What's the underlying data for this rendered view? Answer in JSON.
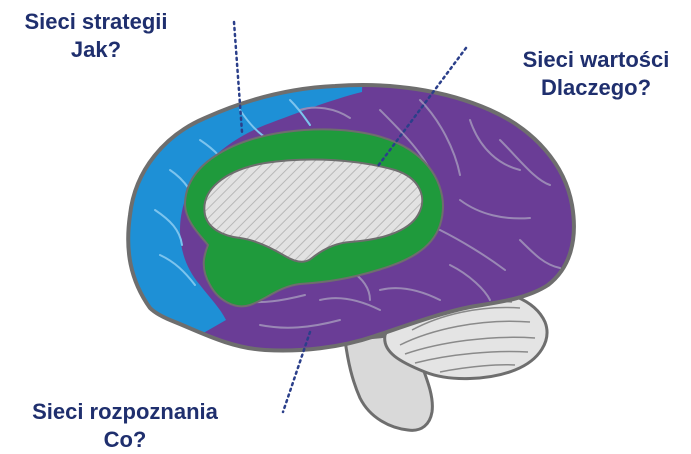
{
  "labels": {
    "strategy": {
      "name": "Sieci strategii",
      "question": "Jak?"
    },
    "value": {
      "name": "Sieci wartości",
      "question": "Dlaczego?"
    },
    "recognition": {
      "name": "Sieci rozpoznania",
      "question": "Co?"
    }
  },
  "colors": {
    "strategy": "#1e90d6",
    "value": "#6a3d96",
    "limbic": "#1f9a3c",
    "corpus": "#d8d8d8",
    "cerebellum": "#e4e4e4",
    "outline": "#6e6e6e",
    "text": "#1f2f6e"
  }
}
